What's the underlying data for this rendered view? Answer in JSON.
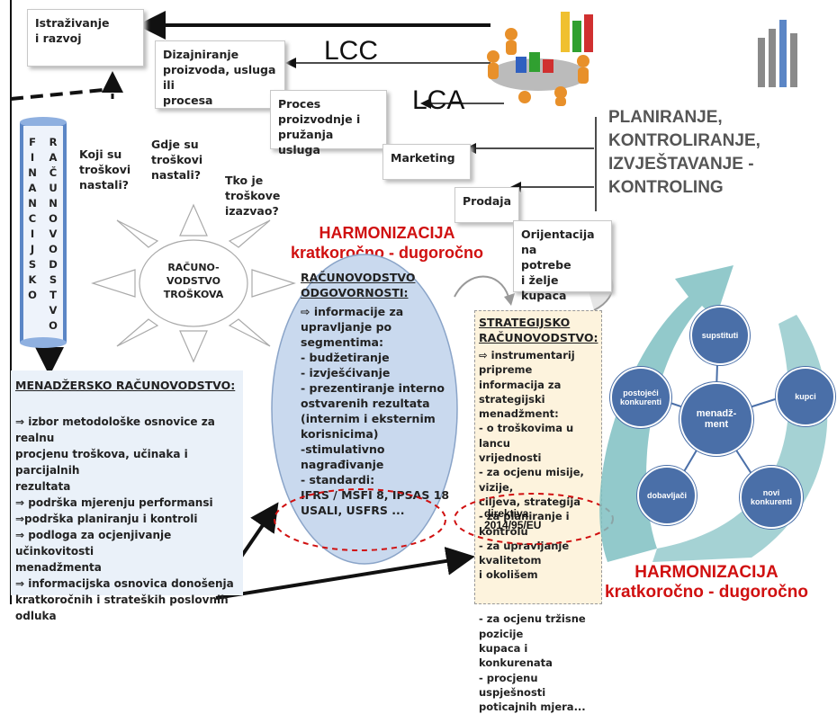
{
  "flow": {
    "box1": "Istraživanje\ni razvoj",
    "box2": "Dizajniranje\nproizvoda, usluga ili\nprocesa",
    "box3": "Proces\nproizvodnje i\npružanja usluga",
    "box4": "Marketing",
    "box5": "Prodaja",
    "box6": "Orijentacija na\npotrebe\ni želje kupaca",
    "lcc": "LCC",
    "lca": "LCA"
  },
  "scroll": {
    "col1": [
      "F",
      "I",
      "N",
      "A",
      "N",
      "C",
      "I",
      "J",
      "S",
      "K",
      "O"
    ],
    "col2": [
      "R",
      "A",
      "Č",
      "U",
      "N",
      "O",
      "V",
      "O",
      "D",
      "S",
      "T",
      "V",
      "O"
    ]
  },
  "questions": {
    "q1": "Koji su\ntroškovi\nnastali?",
    "q2": "Gdje su\ntroškovi\nnastali?",
    "q3": "Tko je\ntroškove\nizazvao?"
  },
  "sun_label": "RAČUNO-\nVODSTVO\nTROŠKOVA",
  "harmonizacija1": {
    "line1": "HARMONIZACIJA",
    "line2": "kratkoročno - dugoročno"
  },
  "harmonizacija2": {
    "line1": "HARMONIZACIJA",
    "line2": "kratkoročno - dugoročno"
  },
  "odgovornost": {
    "title": "RAČUNOVODSTVO\nODGOVORNOSTI:",
    "body": "⇨  informacije za\nupravljanje po\nsegmentima:\n  - budžetiranje\n  - izvješćivanje\n  - prezentiranje interno\nostvarenih rezultata\n(internim i eksternim\nkorisnicima)\n  -stimulativno\nnagrađivanje\n  - standardi:\nIFRS / MSFI 8, IPSAS 18\nUSALI, USFRS ..."
  },
  "menadzersko": {
    "title": "MENADŽERSKO RAČUNOVODSTVO:",
    "body": "⇒ izbor metodološke osnovice za realnu\nprocjenu troškova, učinaka i parcijalnih\nrezultata\n⇒ podrška mjerenju performansi\n⇒podrška planiranju  i kontroli\n⇒ podloga za ocjenjivanje učinkovitosti\nmenadžmenta\n⇒ informacijska osnovica donošenja\nkratkoročnih i strateških poslovnih odluka"
  },
  "strategijsko": {
    "title": "STRATEGIJSKO\nRAČUNOVODSTVO:",
    "body": "⇨ instrumentarij pripreme\ninformacija za strategijski\nmenadžment:\n- o troškovima u lancu\nvrijednosti\n- za ocjenu misije, vizije,\nciljeva, strategija\n- za planiranje i kontrolu\n- za upravljanje kvalitetom\ni okolišem\n\n\n- za ocjenu tržisne pozicije\nkupaca i konkurenata\n- procjenu uspješnosti\npoticajnih mjera..."
  },
  "direktiva": "direktiva\n2014/95/EU",
  "right_title": "PLANIRANJE,\nKONTROLIRANJE,\nIZVJEŠTAVANJE -\nKONTROLING",
  "cycle": {
    "center": "menadž-\nment",
    "top": "supstituti",
    "left": "postojeći\nkonkurenti",
    "right": "kupci",
    "bottom_left": "dobavljači",
    "bottom_right": "novi\nkonkurenti"
  },
  "colors": {
    "red": "#d01010",
    "node": "#4a6fa8",
    "scroll": "#5b86c6",
    "ellipse": "#c9d9ee",
    "strat_bg": "#fdf3dd",
    "arc": "#7fbfc2"
  }
}
